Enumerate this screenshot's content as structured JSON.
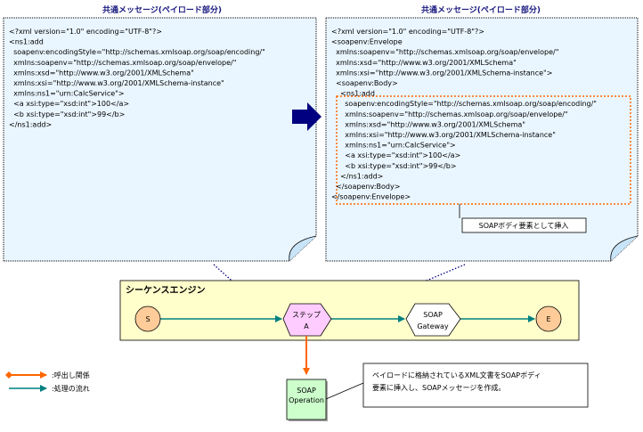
{
  "left_doc": {
    "title": "共通メッセージ(ペイロード部分)",
    "lines": [
      "<?xml version=\"1.0\" encoding=\"UTF-8\"?>",
      "<ns1:add",
      "  soapenv:encodingStyle=\"http://schemas.xmlsoap.org/soap/encoding/\"",
      "  xmlns:soapenv=\"http://schemas.xmlsoap.org/soap/envelope/\"",
      "  xmlns:xsd=\"http://www.w3.org/2001/XMLSchema\"",
      "  xmlns:xsi=\"http://www.w3.org/2001/XMLSchema-instance\"",
      "  xmlns:ns1=\"urn:CalcService\">",
      "  <a xsi:type=\"xsd:int\">100</a>",
      "  <b xsi:type=\"xsd:int\">99</b>",
      "</ns1:add>"
    ]
  },
  "right_doc": {
    "title": "共通メッセージ(ペイロード部分)",
    "lines": [
      "<?xml version=\"1.0\" encoding=\"UTF-8\"?>",
      "<soapenv:Envelope",
      "  xmlns:soapenv=\"http://schemas.xmlsoap.org/soap/envelope/\"",
      "  xmlns:xsd=\"http://www.w3.org/2001/XMLSchema\"",
      "  xmlns:xsi=\"http://www.w3.org/2001/XMLSchema-instance\">",
      "  <soapenv:Body>",
      "    <ns1:add",
      "      soapenv:encodingStyle=\"http://schemas.xmlsoap.org/soap/encoding/\"",
      "      xmlns:soapenv=\"http://schemas.xmlsoap.org/soap/envelope/\"",
      "      xmlns:xsd=\"http://www.w3.org/2001/XMLSchema\"",
      "      xmlns:xsi=\"http://www.w3.org/2001/XMLSchema-instance\"",
      "      xmlns:ns1=\"urn:CalcService\">",
      "      <a xsi:type=\"xsd:int\">100</a>",
      "      <b xsi:type=\"xsd:int\">99</b>",
      "    </ns1:add>",
      "  </soapenv:Body>",
      "</soapenv:Envelope>"
    ],
    "callout": "SOAPボディ要素として挿入"
  },
  "engine": {
    "label": "シーケンスエンジン",
    "nodes": {
      "start": "S",
      "step_line1": "ステップ",
      "step_line2": "A",
      "gateway_line1": "SOAP",
      "gateway_line2": "Gateway",
      "end": "E"
    }
  },
  "operation": {
    "line1": "SOAP",
    "line2": "Operation"
  },
  "note": {
    "line1": "ペイロードに格納されているXML文書をSOAPボディ",
    "line2": "要素に挿入し、SOAPメッセージを作成。"
  },
  "legend": {
    "call": ":呼出し関係",
    "flow": ":処理の流れ"
  },
  "colors": {
    "doc_fill": "#eaf6ff",
    "engine_fill": "#ffffcc",
    "flow_arrow": "#008080",
    "call_arrow": "#ff6600",
    "dash_orange": "#ff6600",
    "big_arrow": "#000080",
    "start_end_fill": "#ffcc99",
    "step_fill": "#ffccff",
    "operation_fill": "#ccffcc"
  }
}
